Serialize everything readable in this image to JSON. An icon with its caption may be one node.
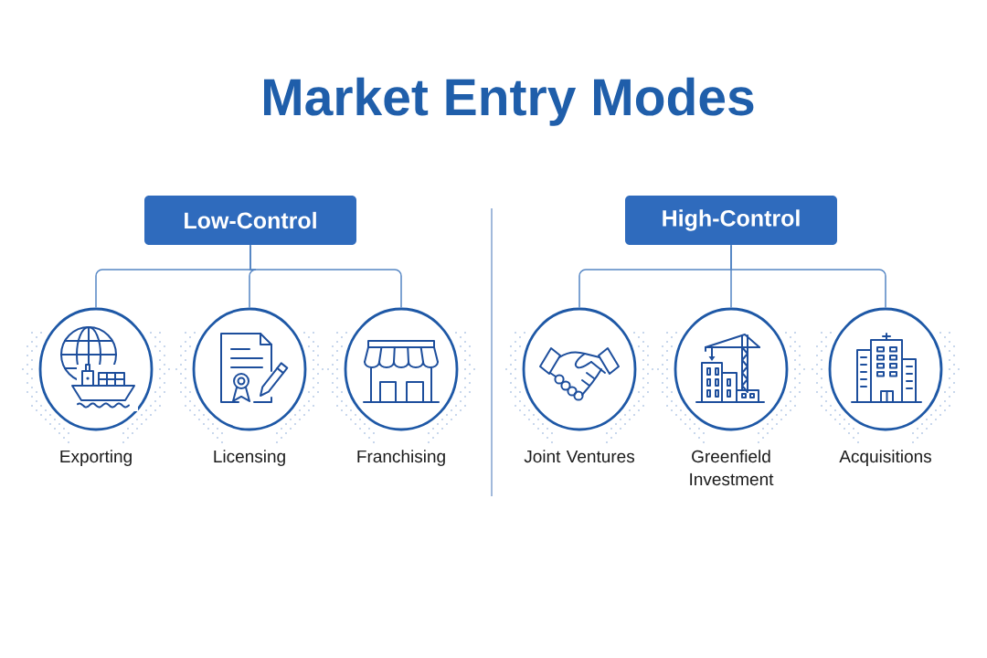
{
  "diagram": {
    "title": "Market Entry Modes",
    "nodes": [
      {
        "text": [
          "Low-Control"
        ]
      },
      {
        "text": [
          "High-Control"
        ]
      },
      {
        "text": [
          "Exporting"
        ]
      },
      {
        "text": [
          "Licensing"
        ]
      },
      {
        "text": [
          "Franchising"
        ]
      },
      {
        "text": [
          "Joint Ventures"
        ]
      },
      {
        "text": [
          "Greenfield Investment"
        ]
      },
      {
        "text": [
          "Acquisitions"
        ]
      }
    ],
    "edges": [
      {
        "from": 0,
        "to": 2,
        "arrow": "none"
      },
      {
        "from": 0,
        "to": 3,
        "arrow": "none"
      },
      {
        "from": 0,
        "to": 4,
        "arrow": "none"
      },
      {
        "from": 1,
        "to": 5,
        "arrow": "none"
      },
      {
        "from": 1,
        "to": 6,
        "arrow": "none"
      },
      {
        "from": 1,
        "to": 7,
        "arrow": "none"
      }
    ]
  }
}
